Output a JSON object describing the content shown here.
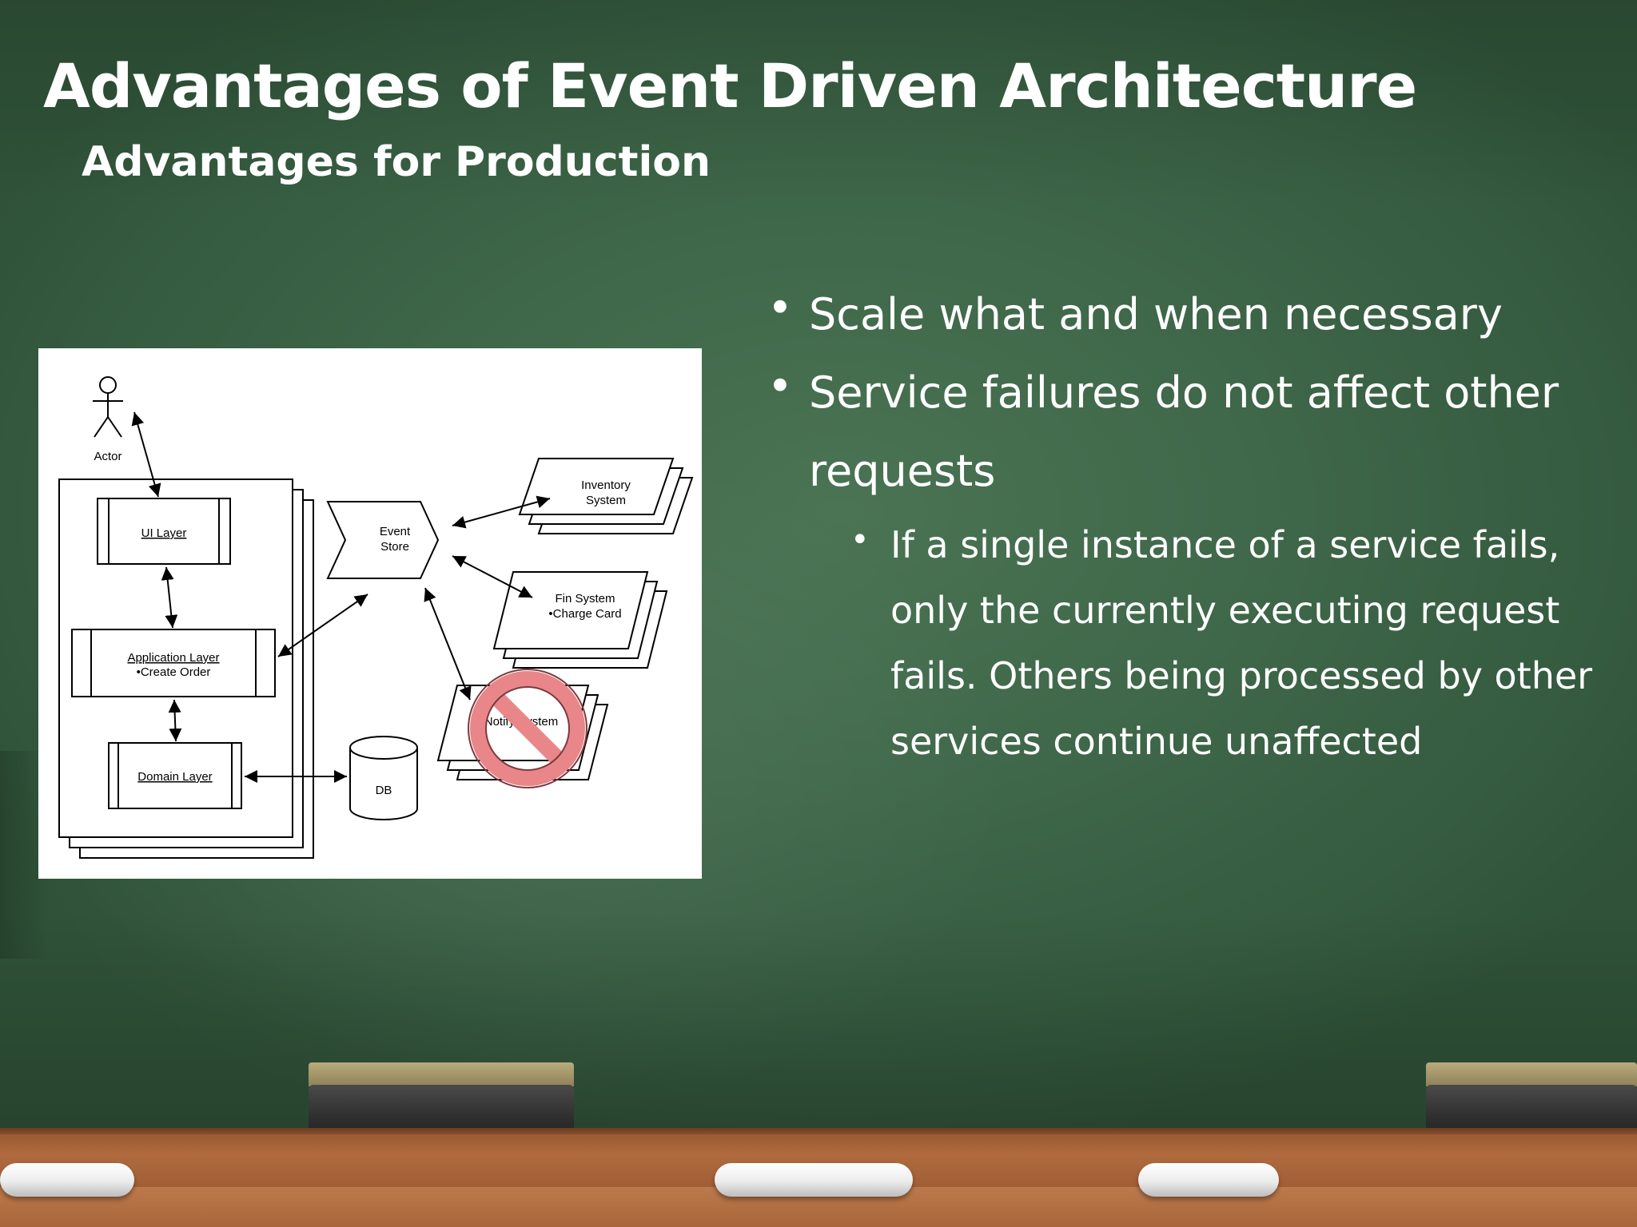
{
  "slide": {
    "title": "Advantages of Event Driven Architecture",
    "subtitle": "Advantages for Production"
  },
  "bullets": [
    {
      "level": 1,
      "text": "Scale what and when necessary"
    },
    {
      "level": 1,
      "text": "Service failures do not affect other requests"
    },
    {
      "level": 2,
      "text": "If a single instance of a service fails, only the currently executing request fails.  Others being processed by other services continue unaffected"
    }
  ],
  "diagram": {
    "actor": "Actor",
    "ui_layer": "UI Layer",
    "application_layer": "Application Layer",
    "application_layer_item": "•Create Order",
    "domain_layer": "Domain Layer",
    "event_store_line1": "Event",
    "event_store_line2": "Store",
    "db": "DB",
    "inventory_line1": "Inventory",
    "inventory_line2": "System",
    "fin_line1": "Fin System",
    "fin_line2": "•Charge Card",
    "notify": "Notify System",
    "prohibited_color": "#e8868a"
  },
  "colors": {
    "board": "#3e6447",
    "tray": "#a8653a",
    "text": "#ffffff"
  }
}
